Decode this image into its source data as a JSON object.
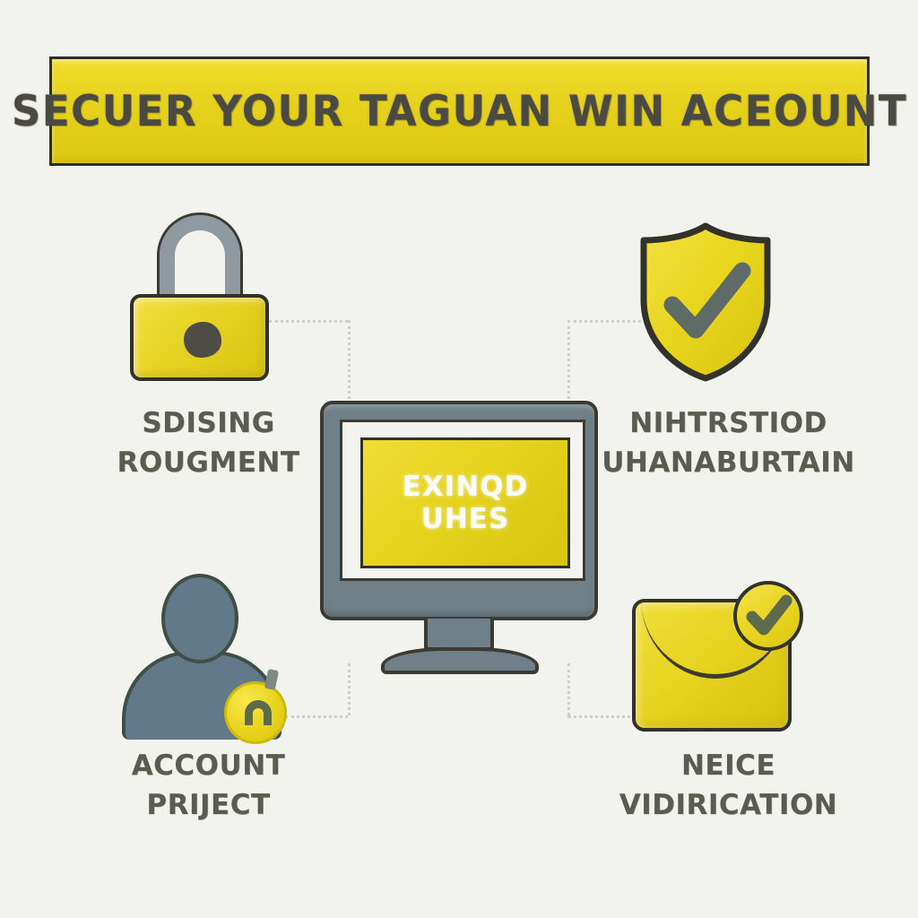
{
  "page": {
    "background_color": "#f2f2ee",
    "accent_color": "#e6d31e",
    "ink_color": "#32322b",
    "label_color": "#5a5c52",
    "steel_color": "#6f8089"
  },
  "banner": {
    "title": "SECUER YOUR TAGUAN WIN ACEOUNT",
    "fill_color": "#e6d31e",
    "border_color": "#2e2e24",
    "text_color": "#4a4a42"
  },
  "center": {
    "device": "desktop-monitor",
    "screen_text": "EXINQD\nUHES",
    "screen_fill": "#e6d31e",
    "screen_text_color": "#fdfdf7",
    "bezel_color": "#6f8089"
  },
  "nodes": [
    {
      "id": "top-left",
      "icon": "padlock-icon",
      "label": "SDISING\nROUGMENT",
      "icon_fill": "#e8d425",
      "icon_accent": "#8e9aa0"
    },
    {
      "id": "top-right",
      "icon": "shield-check-icon",
      "label": "NIHTRSTIOD\nUHANABURTAIN",
      "icon_fill": "#ecd81f",
      "icon_accent": "#5e6b66"
    },
    {
      "id": "bottom-left",
      "icon": "user-lock-icon",
      "label": "ACCOUNT\nPRIJECT",
      "icon_fill": "#62798a",
      "icon_accent": "#ead31c"
    },
    {
      "id": "bottom-right",
      "icon": "envelope-check-icon",
      "label": "NEICE\nVIDIRICATION",
      "icon_fill": "#e7d320",
      "icon_accent": "#5d6b4a"
    }
  ],
  "connectors": {
    "style": "dotted-elbow",
    "color": "#cfcfc8",
    "count": 4
  }
}
